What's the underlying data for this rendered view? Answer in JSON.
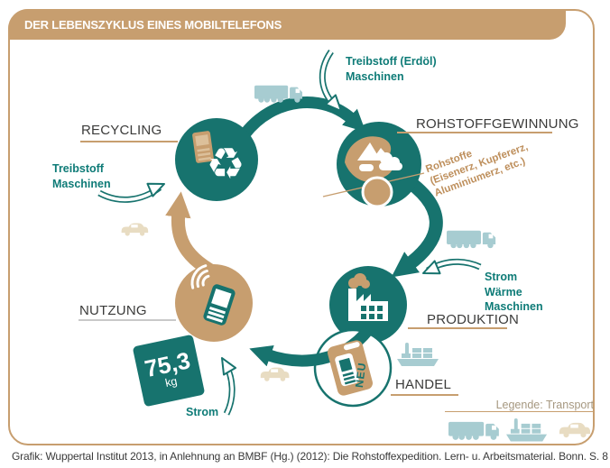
{
  "header": {
    "title": "DER LEBENSZYKLUS EINES MOBILTELEFONS"
  },
  "cycle": {
    "recycling": {
      "label": "RECYCLING"
    },
    "rohstoffgewinnung": {
      "label": "ROHSTOFFGEWINNUNG"
    },
    "produktion": {
      "label": "PRODUKTION"
    },
    "handel": {
      "label": "HANDEL",
      "package_tag": "NEU"
    },
    "nutzung": {
      "label": "NUTZUNG"
    }
  },
  "inputs": {
    "rohstoffgewinnung": {
      "line1": "Treibstoff (Erdöl)",
      "line2": "Maschinen"
    },
    "recycling": {
      "line1": "Treibstoff",
      "line2": "Maschinen"
    },
    "produktion": {
      "line1": "Strom",
      "line2": "Wärme",
      "line3": "Maschinen"
    },
    "nutzung": {
      "line1": "Strom"
    }
  },
  "outputs": {
    "rohstoffe": {
      "line1": "Rohstoffe",
      "line2": "(Eisenerz, Kupfererz,",
      "line3": "Aluminiumerz, etc.)"
    }
  },
  "weight_badge": {
    "value": "75,3",
    "unit": "kg"
  },
  "legend": {
    "title": "Legende: Transport",
    "icons": [
      "truck",
      "ship",
      "car"
    ]
  },
  "footer": {
    "credit": "Grafik: Wuppertal Institut 2013, in Anlehnung an BMBF (Hg.) (2012): Die Rohstoffexpedition. Lern- u. Arbeitsmaterial. Bonn. S. 8"
  },
  "icons": {
    "recycle_glyph": "♻"
  },
  "colors": {
    "teal": "#17736E",
    "teal_text": "#0E7B77",
    "tan": "#C79E6F",
    "tan_text": "#BE8F5C",
    "light_blue": "#A7CCD1",
    "light_tan": "#E8DCC2",
    "label": "#3B3B3A",
    "underline_gray": "#C9C9C9"
  }
}
